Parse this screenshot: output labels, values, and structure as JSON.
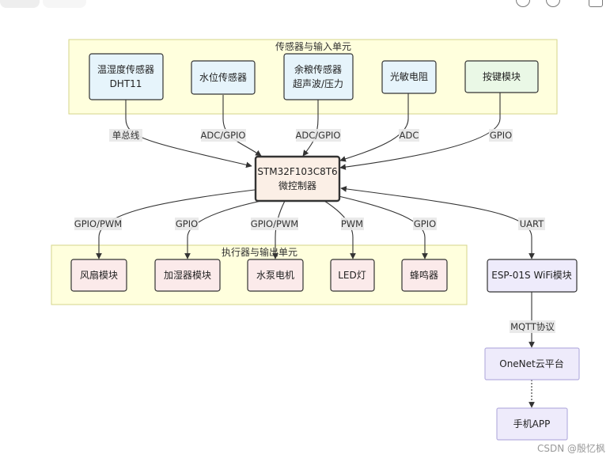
{
  "groups": {
    "sensors": "传感器与输入单元",
    "actuators": "执行器与输出单元"
  },
  "nodes": {
    "dht11": [
      "温湿度传感器",
      "DHT11"
    ],
    "water": [
      "水位传感器"
    ],
    "grain": [
      "余粮传感器",
      "超声波/压力"
    ],
    "light": [
      "光敏电阻"
    ],
    "key": [
      "按键模块"
    ],
    "mcu": [
      "STM32F103C8T6",
      "微控制器"
    ],
    "fan": [
      "风扇模块"
    ],
    "hum": [
      "加湿器模块"
    ],
    "pump": [
      "水泵电机"
    ],
    "led": [
      "LED灯"
    ],
    "buzzer": [
      "蜂鸣器"
    ],
    "esp": [
      "ESP-01S WiFi模块"
    ],
    "onenet": [
      "OneNet云平台"
    ],
    "app": [
      "手机APP"
    ]
  },
  "edges": {
    "dht11": "单总线",
    "water": "ADC/GPIO",
    "grain": "ADC/GPIO",
    "light": "ADC",
    "key": "GPIO",
    "fan": "GPIO/PWM",
    "hum": "GPIO",
    "pump": "GPIO/PWM",
    "led": "PWM",
    "buzzer": "GPIO",
    "esp": "UART",
    "mqtt": "MQTT协议"
  },
  "watermark": "CSDN @殷忆枫",
  "colors": {
    "sensor_fill": "#e6f4fb",
    "key_fill": "#eaf8e6",
    "mcu_fill": "#fbefe6",
    "actuator_fill": "#fbeaea",
    "cloud_fill": "#eeebfb",
    "group_fill": "#ffffdd",
    "group_stroke": "#d6d68a"
  }
}
